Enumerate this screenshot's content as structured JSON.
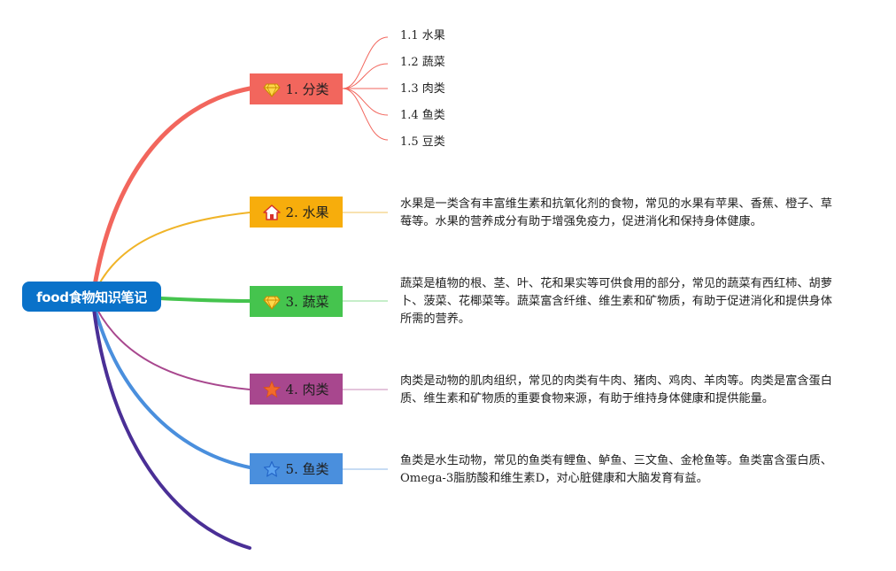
{
  "root": {
    "label": "food食物知识笔记",
    "color": "#0a72c9"
  },
  "topics": [
    {
      "label": "1. 分类",
      "color": "#f2665d",
      "icon": "diamond-icon"
    },
    {
      "label": "2. 水果",
      "color": "#f7ad0c",
      "icon": "house-icon"
    },
    {
      "label": "3. 蔬菜",
      "color": "#45c44e",
      "icon": "diamond-icon"
    },
    {
      "label": "4. 肉类",
      "color": "#a8478e",
      "icon": "star-icon"
    },
    {
      "label": "5. 鱼类",
      "color": "#4a8fdd",
      "icon": "star-outline-icon"
    }
  ],
  "classification_items": [
    "1.1 水果",
    "1.2 蔬菜",
    "1.3 肉类",
    "1.4 鱼类",
    "1.5 豆类"
  ],
  "descriptions": {
    "fruit": "水果是一类含有丰富维生素和抗氧化剂的食物，常见的水果有苹果、香蕉、橙子、草莓等。水果的营养成分有助于增强免疫力，促进消化和保持身体健康。",
    "vegetable": "蔬菜是植物的根、茎、叶、花和果实等可供食用的部分，常见的蔬菜有西红柿、胡萝卜、菠菜、花椰菜等。蔬菜富含纤维、维生素和矿物质，有助于促进消化和提供身体所需的营养。",
    "meat": "肉类是动物的肌肉组织，常见的肉类有牛肉、猪肉、鸡肉、羊肉等。肉类是富含蛋白质、维生素和矿物质的重要食物来源，有助于维持身体健康和提供能量。",
    "fish": "鱼类是水生动物，常见的鱼类有鲤鱼、鲈鱼、三文鱼、金枪鱼等。鱼类富含蛋白质、Omega-3脂肪酸和维生素D，对心脏健康和大脑发育有益。"
  },
  "colors": {
    "root": "#0a72c9",
    "classification": "#f2665d",
    "fruit": "#f7ad0c",
    "vegetable": "#45c44e",
    "meat": "#a8478e",
    "fish": "#4a8fdd",
    "extra_branch": "#4a2f96"
  }
}
